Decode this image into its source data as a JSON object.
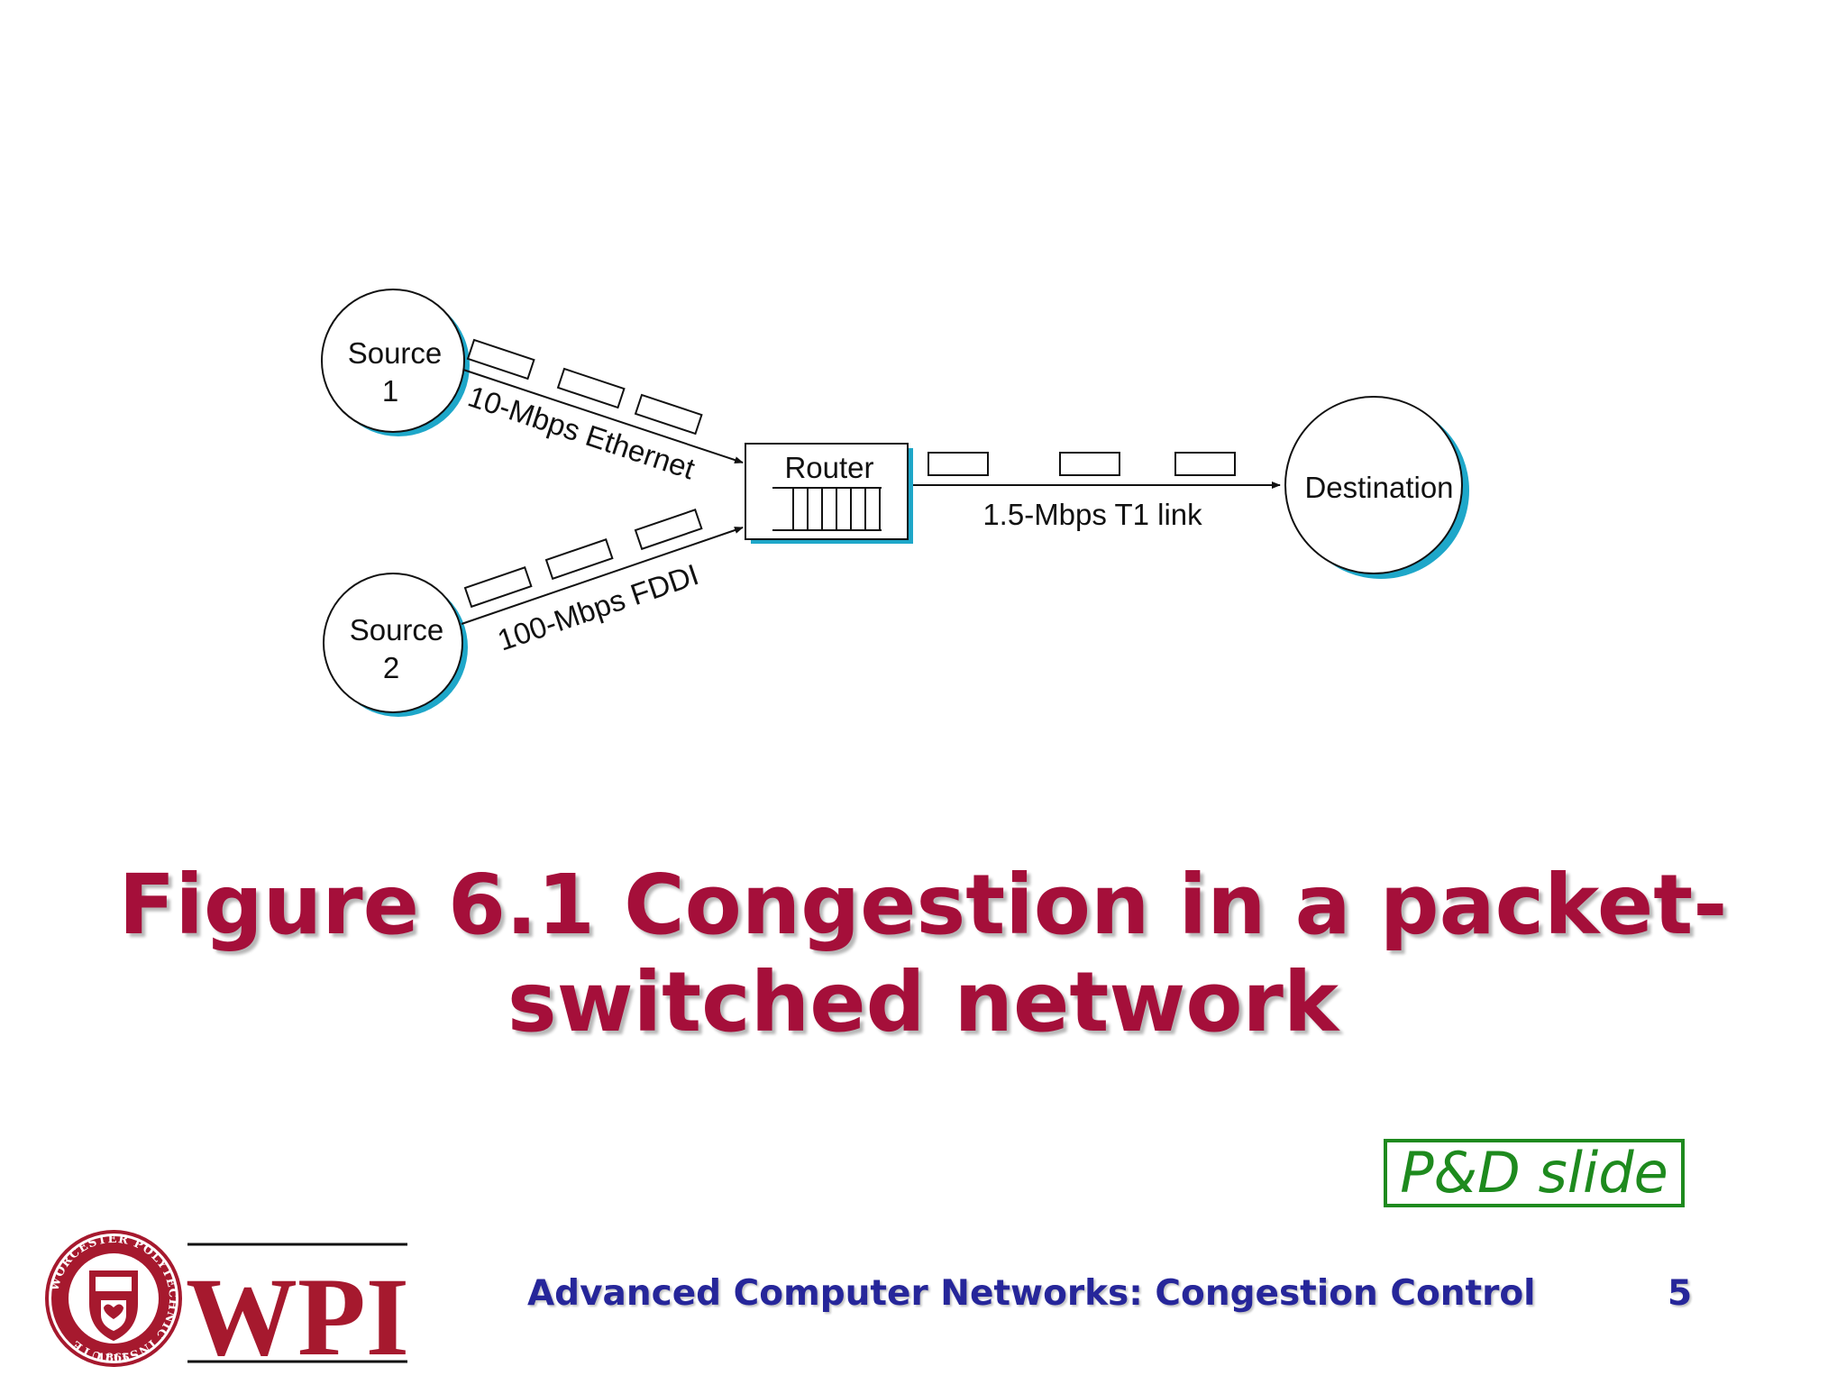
{
  "diagram": {
    "source1": [
      "Source",
      "1"
    ],
    "source2": [
      "Source",
      "2"
    ],
    "router": "Router",
    "destination": "Destination",
    "link_ethernet": "10-Mbps Ethernet",
    "link_fddi": "100-Mbps FDDI",
    "link_t1": "1.5-Mbps T1 link"
  },
  "title": {
    "line1": "Figure 6.1 Congestion in a packet-",
    "line2": "switched network"
  },
  "badge": "P&D slide",
  "footer": {
    "course": "Advanced Computer Networks:  Congestion Control",
    "page": "5"
  },
  "logo": {
    "wordmark": "WPI",
    "seal_text": "WORCESTER POLYTECHNIC INSTITUTE",
    "seal_year": "1865"
  },
  "colors": {
    "title": "#a50f3a",
    "footer": "#26269a",
    "badge": "#1e8a1e",
    "node_shadow": "#1ea7c9",
    "logo_red": "#a6192e"
  }
}
